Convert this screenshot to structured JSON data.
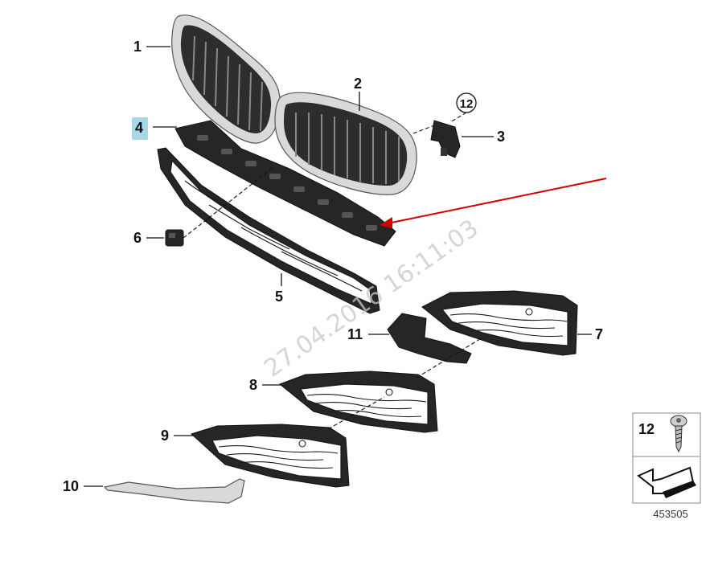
{
  "callouts": {
    "c1": "1",
    "c2": "2",
    "c3": "3",
    "c4": "4",
    "c5": "5",
    "c6": "6",
    "c7": "7",
    "c8": "8",
    "c9": "9",
    "c10": "10",
    "c11": "11",
    "c12_circle": "12"
  },
  "legend": {
    "part_number": "12",
    "diagram_id": "453505"
  },
  "watermark": "27.04.2016 16:11:03",
  "colors": {
    "pointer_arrow": "#d40000",
    "highlight": "#a8d8e8"
  },
  "icons": {
    "screw": "screw-icon",
    "direction": "direction-arrow-icon"
  }
}
